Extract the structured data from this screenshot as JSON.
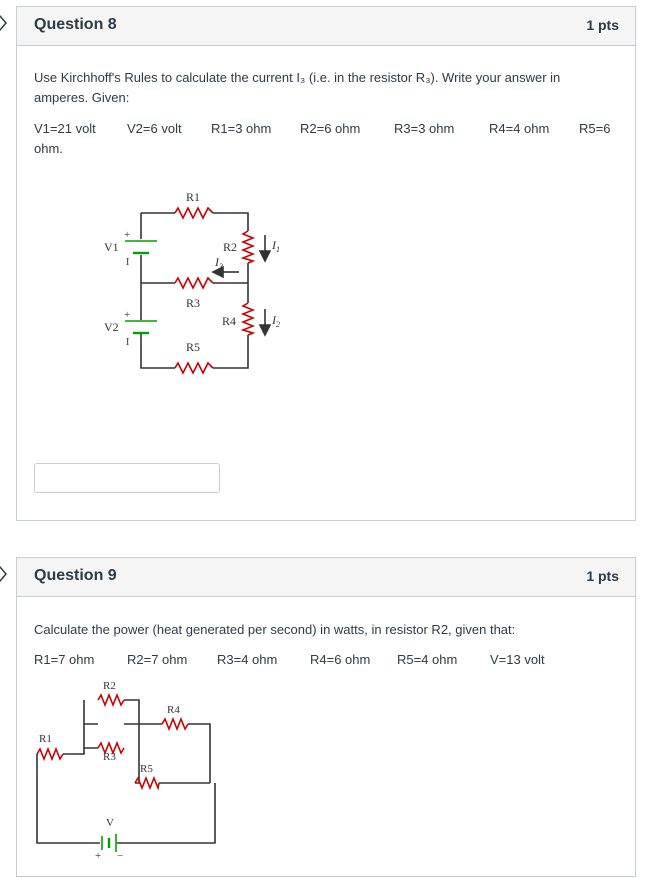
{
  "q8": {
    "title": "Question 8",
    "points": "1 pts",
    "prompt": "Use Kirchhoff's Rules to calculate the current I₃ (i.e. in the resistor R₃). Write your answer in amperes. Given:",
    "values": [
      "V1=21 volt",
      "V2=6 volt",
      "R1=3 ohm",
      "R2=6 ohm",
      "R3=3 ohm",
      "R4=4 ohm",
      "R5=6"
    ],
    "values_wrap": "ohm.",
    "circuit_labels": {
      "r1": "R1",
      "r2": "R2",
      "r3": "R3",
      "r4": "R4",
      "r5": "R5",
      "v1": "V1",
      "v2": "V2",
      "i1": "I",
      "i1_sub": "1",
      "i2": "I",
      "i2_sub": "2",
      "i3": "I",
      "i3_sub": "3",
      "plus": "+",
      "minus": "I"
    },
    "answer_value": ""
  },
  "q9": {
    "title": "Question 9",
    "points": "1 pts",
    "prompt": "Calculate the power (heat generated per second) in watts, in resistor R2, given that:",
    "values": [
      "R1=7 ohm",
      "R2=7 ohm",
      "R3=4 ohm",
      "R4=6 ohm",
      "R5=4 ohm",
      "V=13 volt"
    ],
    "circuit_labels": {
      "r1": "R1",
      "r2": "R2",
      "r3": "R3",
      "r4": "R4",
      "r5": "R5",
      "v": "V",
      "plus": "+",
      "minus": "−"
    }
  },
  "colors": {
    "resistor": "#cc0000",
    "battery": "#00a000",
    "arrow": "#333333",
    "marker": "#2d3b45"
  }
}
